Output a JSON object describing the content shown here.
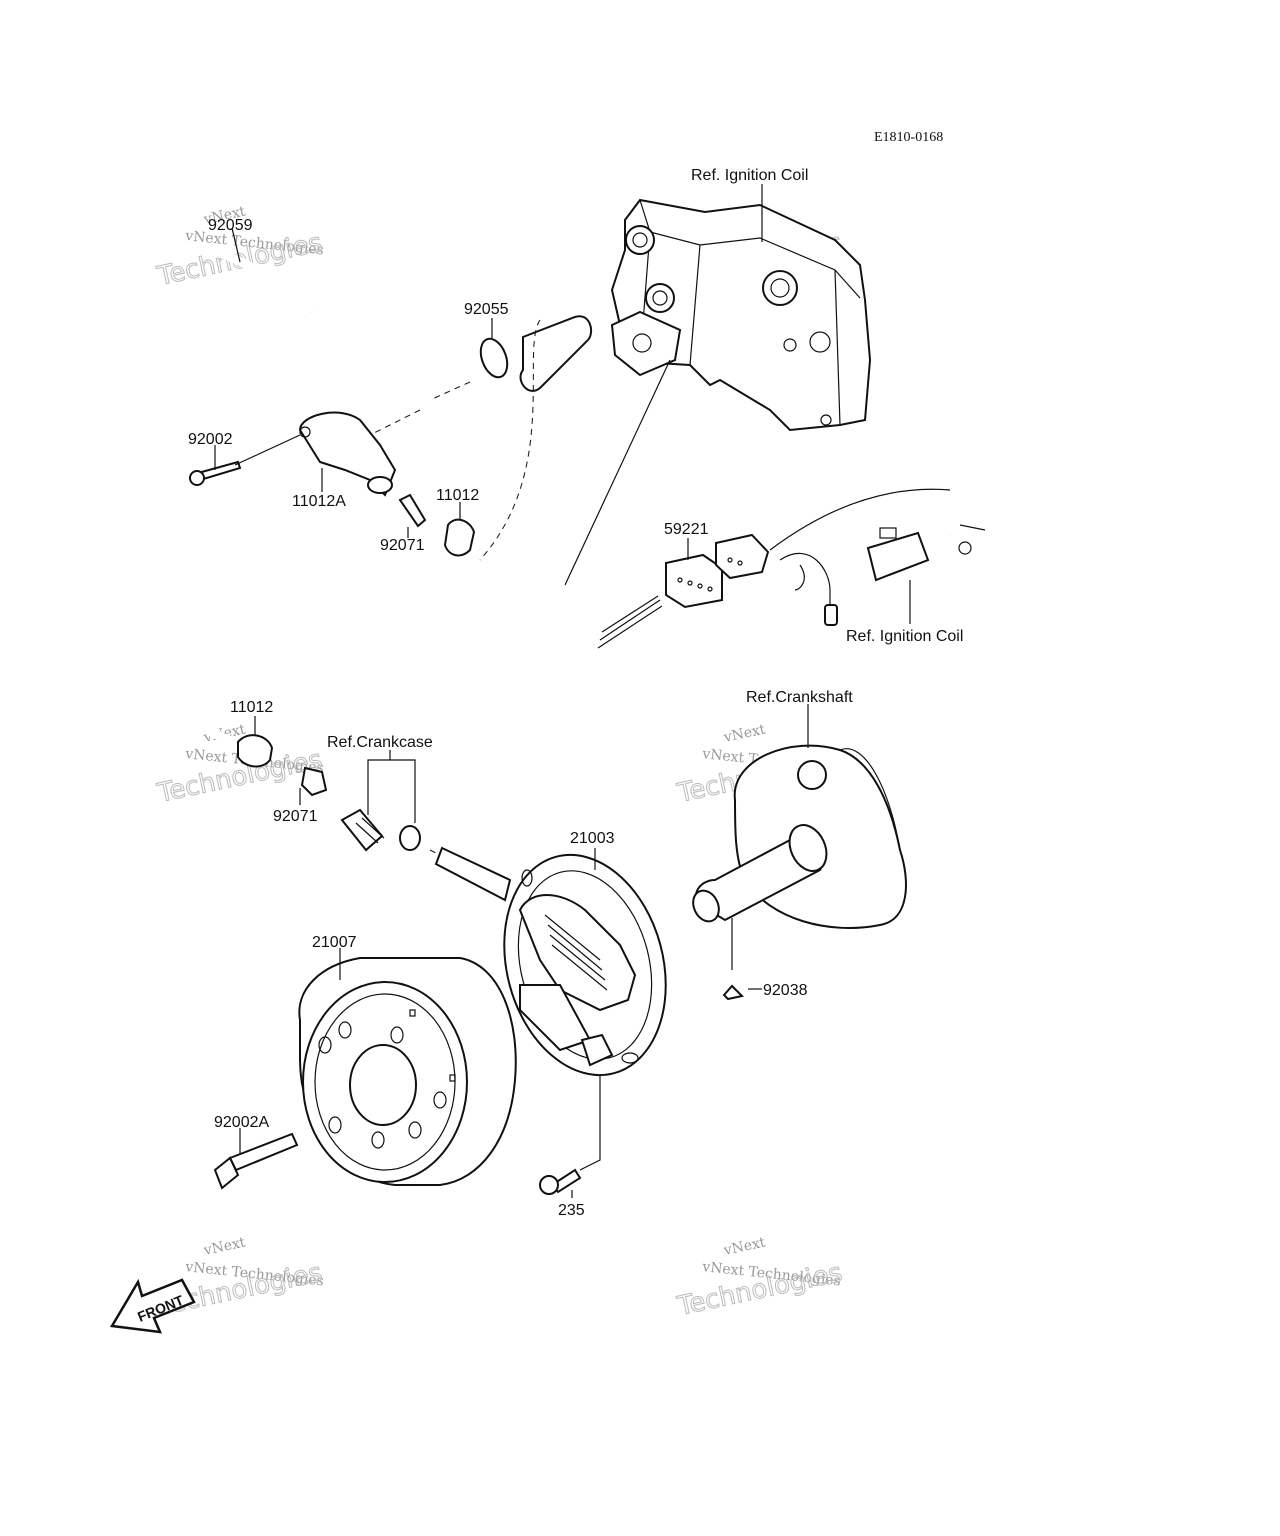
{
  "diagram_code": "E1810-0168",
  "watermark": {
    "line1": "vNext",
    "line2": "vNext Technologies",
    "line3": "Technologies"
  },
  "callouts": {
    "p92059": "92059",
    "p92055": "92055",
    "p92002": "92002",
    "p11012A": "11012A",
    "p11012_top": "11012",
    "p92071_top": "92071",
    "p59221": "59221",
    "ref_ignition_coil_top": "Ref. Ignition Coil",
    "ref_ignition_coil_mid": "Ref. Ignition Coil",
    "ref_crankshaft": "Ref.Crankshaft",
    "p11012_low": "11012",
    "ref_crankcase": "Ref.Crankcase",
    "p92071_low": "92071",
    "p21003": "21003",
    "p21007": "21007",
    "p92038": "92038",
    "p92002A": "92002A",
    "p235": "235"
  },
  "front_arrow": "FRONT"
}
